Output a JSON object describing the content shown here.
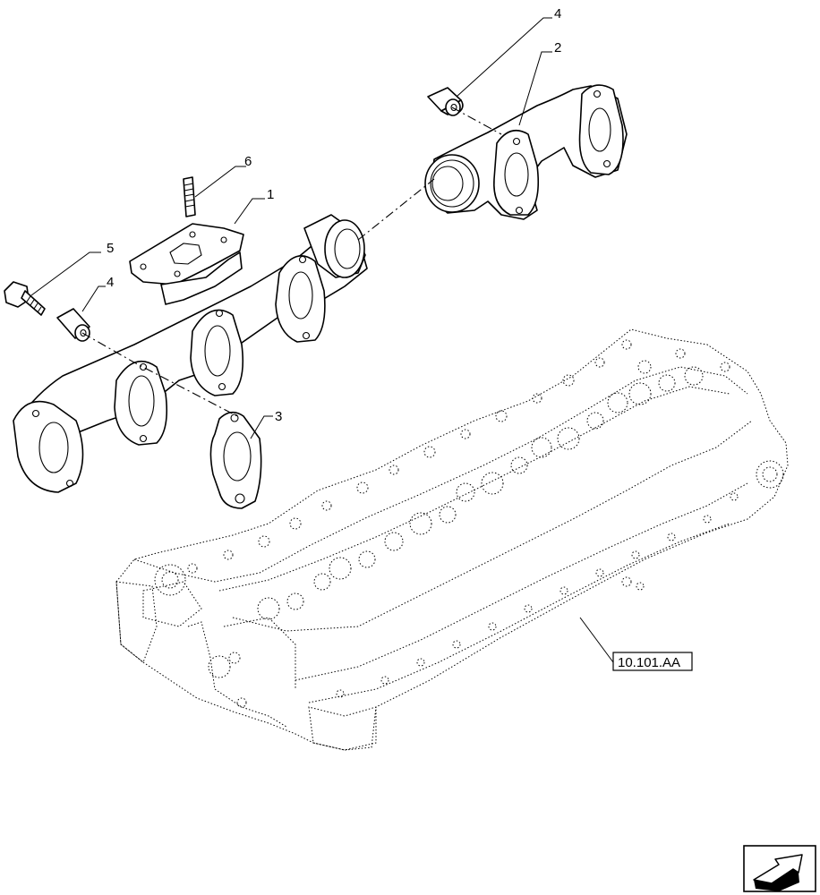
{
  "callouts": [
    {
      "id": "c1",
      "text": "1"
    },
    {
      "id": "c2",
      "text": "2"
    },
    {
      "id": "c3",
      "text": "3"
    },
    {
      "id": "c4a",
      "text": "4"
    },
    {
      "id": "c4b",
      "text": "4"
    },
    {
      "id": "c5",
      "text": "5"
    },
    {
      "id": "c6",
      "text": "6"
    }
  ],
  "reference": {
    "text": "10.101.AA"
  },
  "nav_icon": {
    "name": "next-page-arrow-icon"
  }
}
